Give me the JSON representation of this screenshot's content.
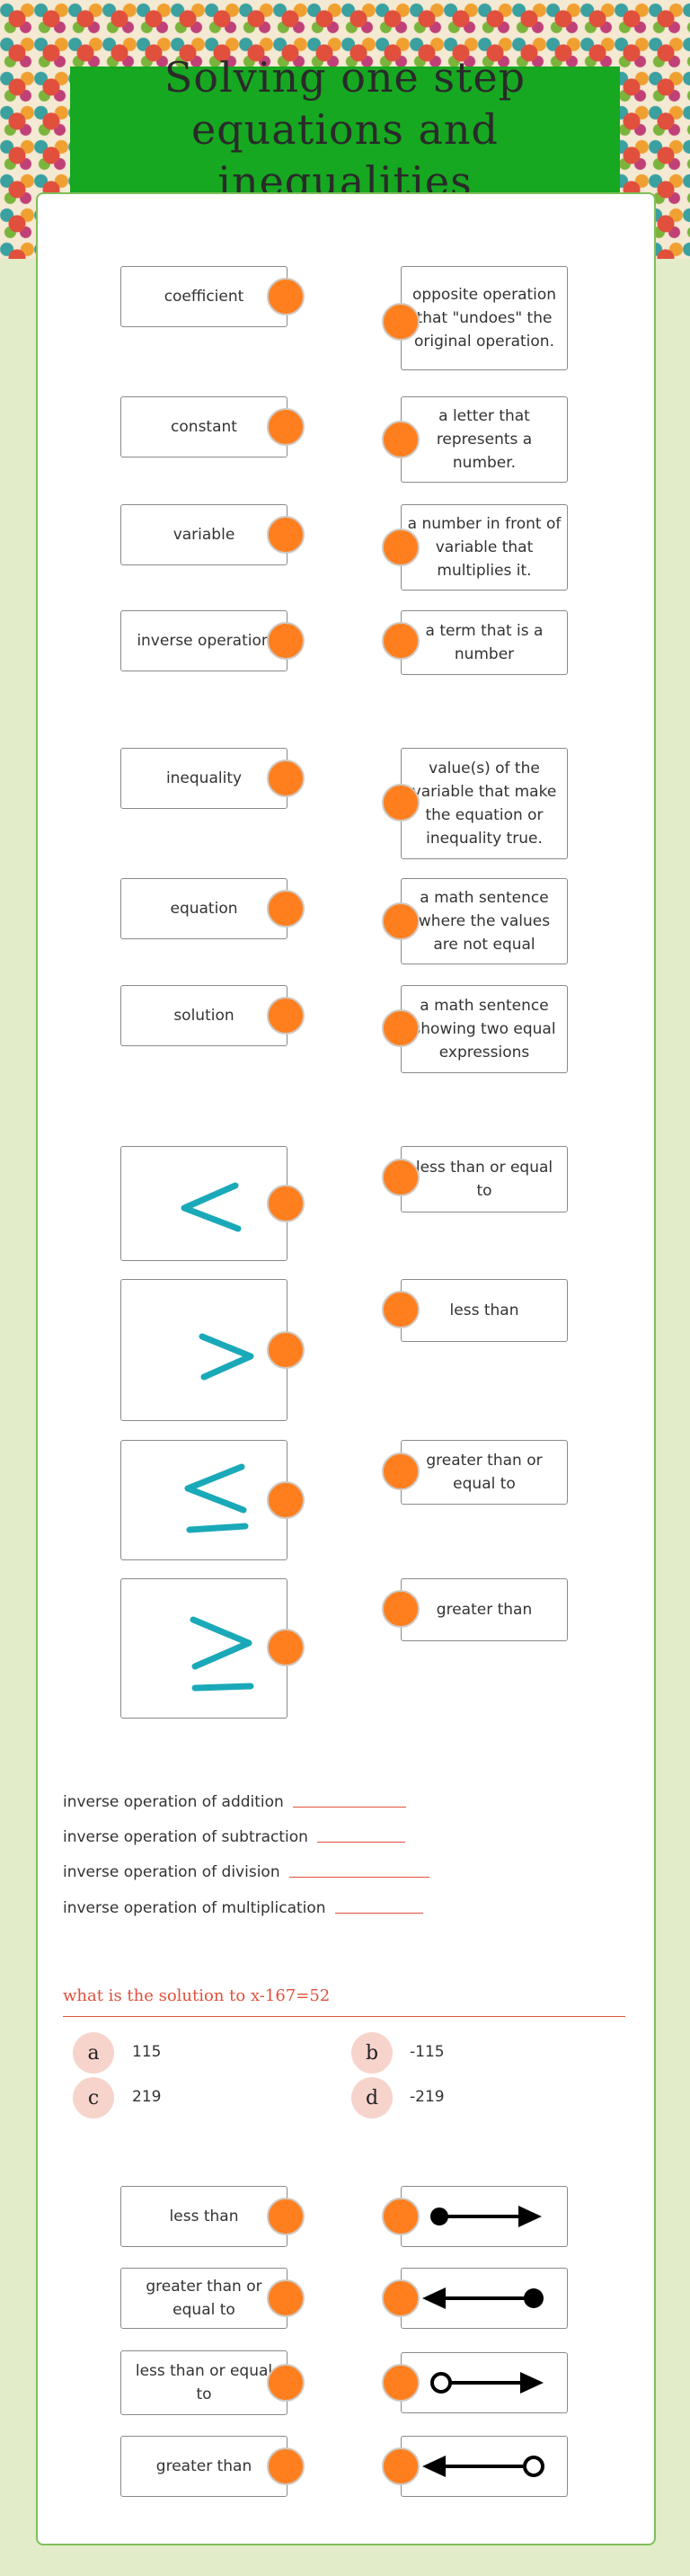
{
  "title": "Solving one step equations and inequalities",
  "matching_1": {
    "left": [
      "coefficient",
      "constant",
      "variable",
      "inverse operation"
    ],
    "right": [
      "opposite operation that \"undoes\" the original operation.",
      "a letter that represents a number.",
      "a number in front of variable that multiplies it.",
      "a term that is a number"
    ]
  },
  "matching_2": {
    "left": [
      "inequality",
      "equation",
      "solution"
    ],
    "right": [
      "value(s) of the variable that make the equation or inequality true.",
      "a math sentence where the values are not equal",
      "a math sentence showing two equal expressions"
    ]
  },
  "matching_3": {
    "symbols": [
      "less-than-symbol",
      "greater-than-symbol",
      "less-than-or-equal-symbol",
      "greater-than-or-equal-symbol"
    ],
    "right": [
      "less than or equal to",
      "less than",
      "greater than or equal to",
      "greater than"
    ],
    "symbol_color": "#1aa9b8"
  },
  "fill_in": [
    "inverse operation of addition",
    "inverse operation of subtraction",
    "inverse operation of division",
    "inverse operation of multiplication"
  ],
  "question": {
    "text": "what is the solution to x-167=52",
    "choices": [
      {
        "letter": "a",
        "value": "115"
      },
      {
        "letter": "b",
        "value": "-115"
      },
      {
        "letter": "c",
        "value": "219"
      },
      {
        "letter": "d",
        "value": "-219"
      }
    ]
  },
  "matching_4": {
    "left": [
      "less than",
      "greater than or equal to",
      "less than or equal to",
      "greater than"
    ],
    "number_lines": [
      "closed-dot-right-arrow",
      "left-arrow-closed-dot",
      "open-dot-right-arrow",
      "left-arrow-open-dot"
    ]
  },
  "colors": {
    "accent": "#ff7f1f",
    "title_bg": "#16a820",
    "question": "#e0503c",
    "border": "#7fbf5a"
  }
}
